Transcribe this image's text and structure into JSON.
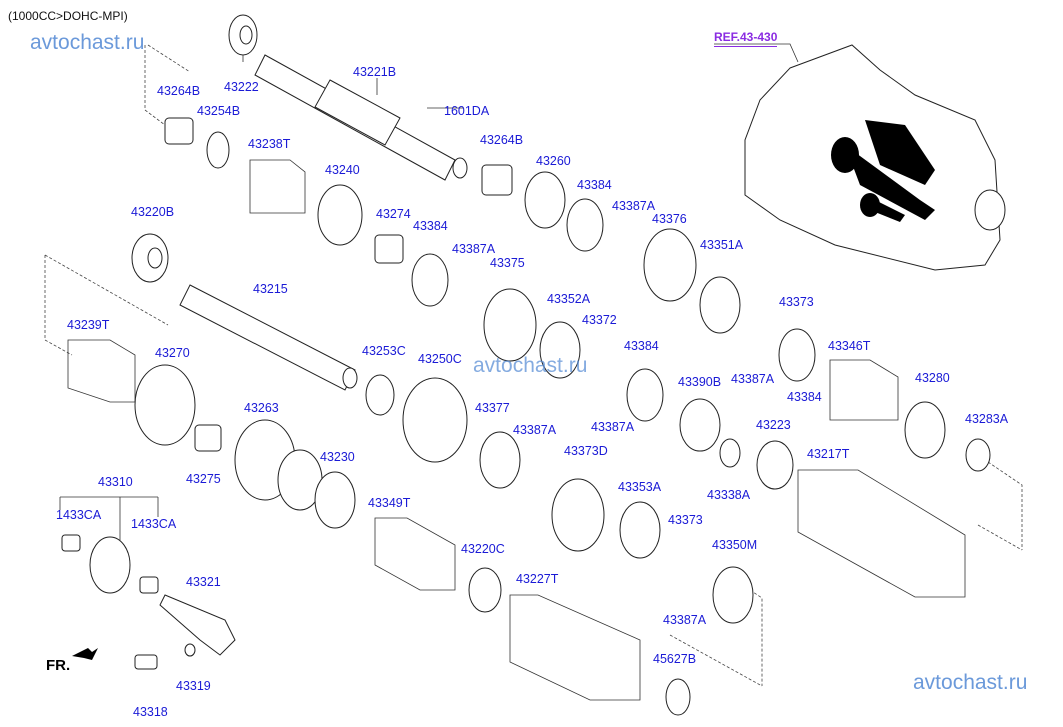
{
  "header": {
    "title": "(1000CC>DOHC-MPI)"
  },
  "watermarks": [
    "avtochast.ru",
    "avtochast.ru",
    "avtochast.ru"
  ],
  "reference": {
    "label": "REF.43-430"
  },
  "orientation": {
    "label": "FR."
  },
  "parts": [
    {
      "id": "p1",
      "number": "43222"
    },
    {
      "id": "p2",
      "number": "43264B"
    },
    {
      "id": "p3",
      "number": "43254B"
    },
    {
      "id": "p4",
      "number": "43221B"
    },
    {
      "id": "p5",
      "number": "1601DA"
    },
    {
      "id": "p6",
      "number": "43264B"
    },
    {
      "id": "p7",
      "number": "43238T"
    },
    {
      "id": "p8",
      "number": "43240"
    },
    {
      "id": "p9",
      "number": "43274"
    },
    {
      "id": "p10",
      "number": "43384"
    },
    {
      "id": "p11",
      "number": "43387A"
    },
    {
      "id": "p12",
      "number": "43375"
    },
    {
      "id": "p13",
      "number": "43260"
    },
    {
      "id": "p14",
      "number": "43384"
    },
    {
      "id": "p15",
      "number": "43387A"
    },
    {
      "id": "p16",
      "number": "43376"
    },
    {
      "id": "p17",
      "number": "43351A"
    },
    {
      "id": "p18",
      "number": "43373"
    },
    {
      "id": "p19",
      "number": "43220B"
    },
    {
      "id": "p20",
      "number": "43215"
    },
    {
      "id": "p21",
      "number": "43239T"
    },
    {
      "id": "p22",
      "number": "43270"
    },
    {
      "id": "p23",
      "number": "43253C"
    },
    {
      "id": "p24",
      "number": "43250C"
    },
    {
      "id": "p25",
      "number": "43352A"
    },
    {
      "id": "p26",
      "number": "43372"
    },
    {
      "id": "p27",
      "number": "43384"
    },
    {
      "id": "p28",
      "number": "43387A"
    },
    {
      "id": "p29",
      "number": "43346T"
    },
    {
      "id": "p30",
      "number": "43387A"
    },
    {
      "id": "p31",
      "number": "43384"
    },
    {
      "id": "p32",
      "number": "43280"
    },
    {
      "id": "p33",
      "number": "43390B"
    },
    {
      "id": "p34",
      "number": "43283A"
    },
    {
      "id": "p35",
      "number": "43263"
    },
    {
      "id": "p36",
      "number": "43275"
    },
    {
      "id": "p37",
      "number": "43377"
    },
    {
      "id": "p38",
      "number": "43387A"
    },
    {
      "id": "p39",
      "number": "43373D"
    },
    {
      "id": "p40",
      "number": "43223"
    },
    {
      "id": "p41",
      "number": "43338A"
    },
    {
      "id": "p42",
      "number": "43217T"
    },
    {
      "id": "p43",
      "number": "43230"
    },
    {
      "id": "p44",
      "number": "43310"
    },
    {
      "id": "p45",
      "number": "1433CA"
    },
    {
      "id": "p46",
      "number": "1433CA"
    },
    {
      "id": "p47",
      "number": "43349T"
    },
    {
      "id": "p48",
      "number": "43353A"
    },
    {
      "id": "p49",
      "number": "43373"
    },
    {
      "id": "p50",
      "number": "43220C"
    },
    {
      "id": "p51",
      "number": "43350M"
    },
    {
      "id": "p52",
      "number": "43227T"
    },
    {
      "id": "p53",
      "number": "43321"
    },
    {
      "id": "p54",
      "number": "43387A"
    },
    {
      "id": "p55",
      "number": "45627B"
    },
    {
      "id": "p56",
      "number": "43319"
    },
    {
      "id": "p57",
      "number": "43318"
    }
  ]
}
